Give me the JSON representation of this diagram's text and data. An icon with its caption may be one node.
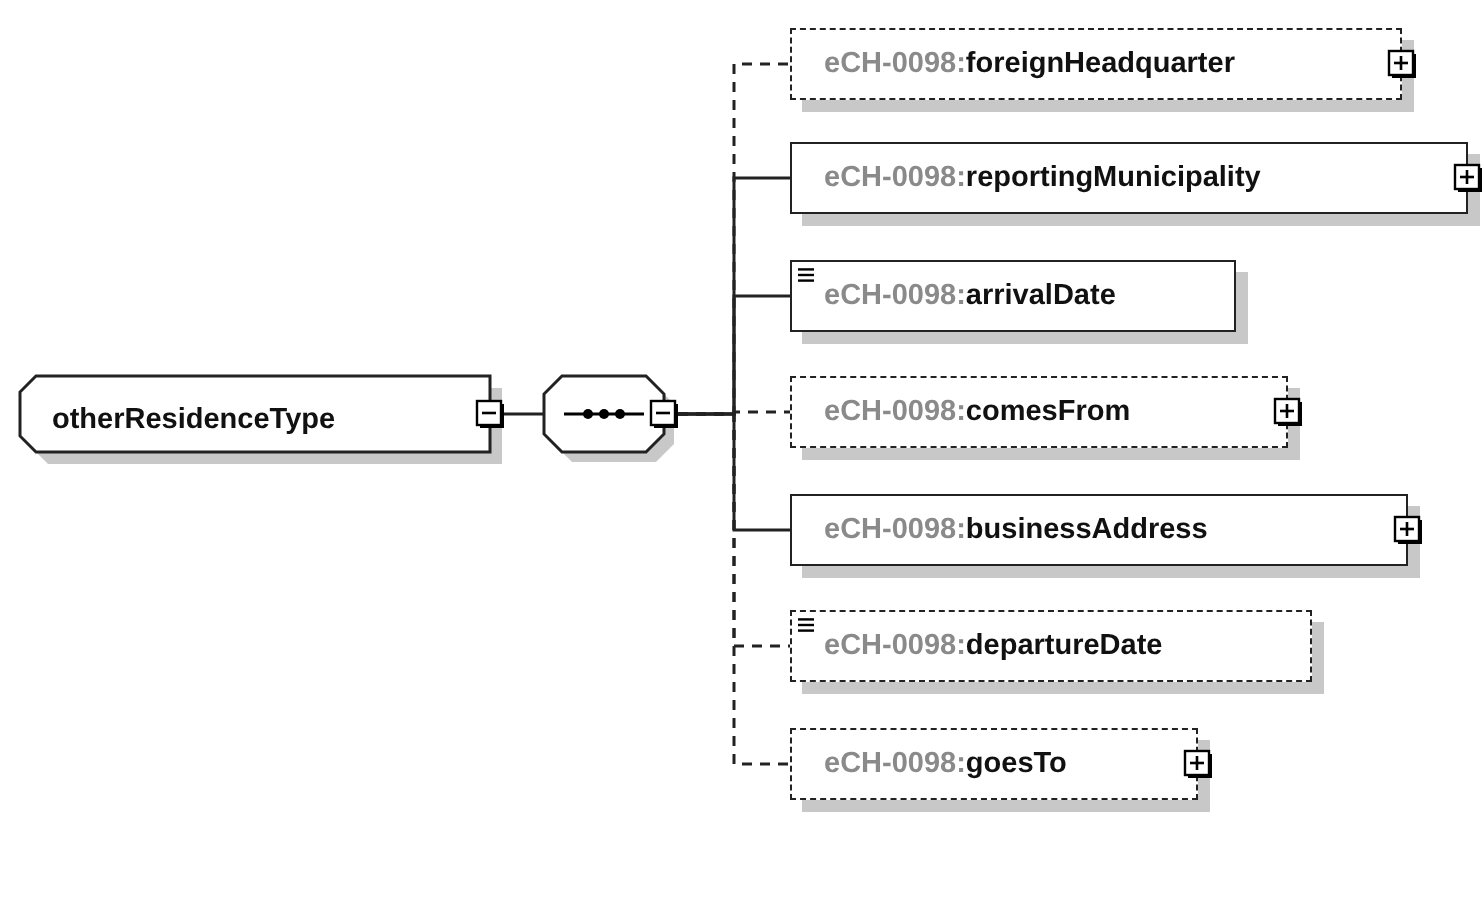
{
  "diagram": {
    "nodes": [
      {
        "text": [
          "otherResidenceType"
        ]
      },
      {
        "text": [],
        "shape": "octagon"
      },
      {
        "text": [
          "eCH-0098:foreignHeadquarter"
        ]
      },
      {
        "text": [
          "eCH-0098:reportingMunicipality"
        ]
      },
      {
        "text": [
          "eCH-0098:arrivalDate"
        ]
      },
      {
        "text": [
          "eCH-0098:comesFrom"
        ]
      },
      {
        "text": [
          "eCH-0098:businessAddress"
        ]
      },
      {
        "text": [
          "eCH-0098:departureDate"
        ]
      },
      {
        "text": [
          "eCH-0098:goesTo"
        ]
      }
    ],
    "edges": [
      {
        "from": 0,
        "to": 1,
        "arrow": "none"
      },
      {
        "from": 1,
        "to": 2,
        "arrow": "none",
        "style": "dashed"
      },
      {
        "from": 1,
        "to": 3,
        "arrow": "none"
      },
      {
        "from": 1,
        "to": 4,
        "arrow": "none"
      },
      {
        "from": 1,
        "to": 5,
        "arrow": "none",
        "style": "dashed"
      },
      {
        "from": 1,
        "to": 6,
        "arrow": "none"
      },
      {
        "from": 1,
        "to": 7,
        "arrow": "none",
        "style": "dashed"
      },
      {
        "from": 1,
        "to": 8,
        "arrow": "none",
        "style": "dashed"
      }
    ]
  }
}
